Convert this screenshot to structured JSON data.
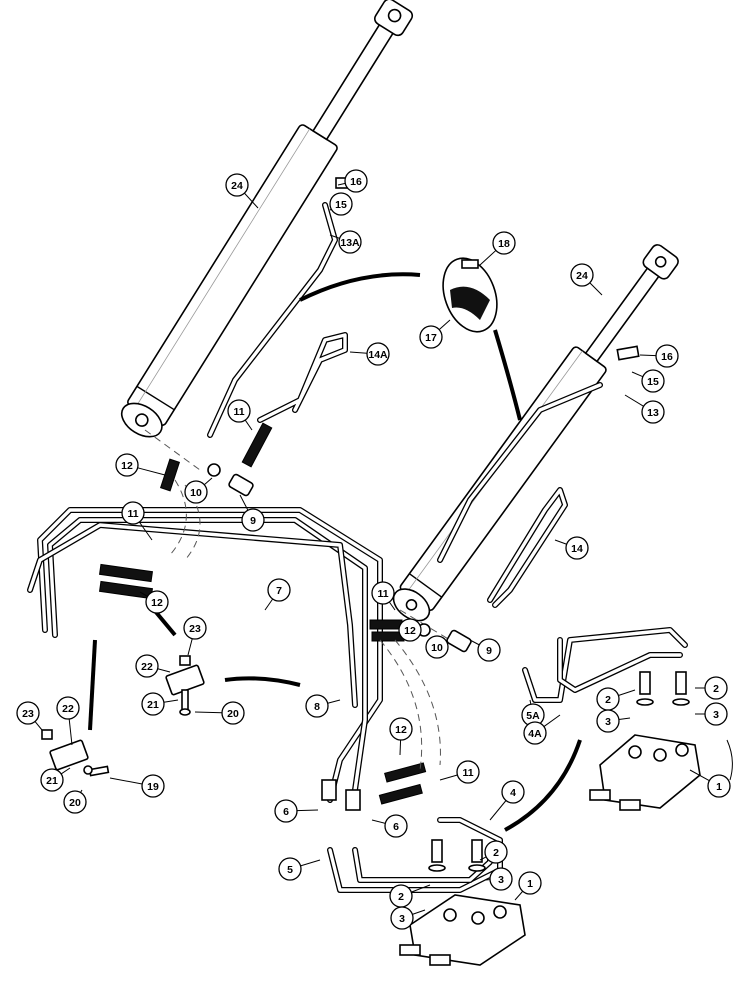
{
  "callouts": [
    {
      "label": "24"
    },
    {
      "label": "16"
    },
    {
      "label": "15"
    },
    {
      "label": "13A"
    },
    {
      "label": "14A"
    },
    {
      "label": "11"
    },
    {
      "label": "12"
    },
    {
      "label": "10"
    },
    {
      "label": "9"
    },
    {
      "label": "18"
    },
    {
      "label": "17"
    },
    {
      "label": "24"
    },
    {
      "label": "16"
    },
    {
      "label": "15"
    },
    {
      "label": "13"
    },
    {
      "label": "14"
    },
    {
      "label": "11"
    },
    {
      "label": "12"
    },
    {
      "label": "7"
    },
    {
      "label": "23"
    },
    {
      "label": "22"
    },
    {
      "label": "21"
    },
    {
      "label": "20"
    },
    {
      "label": "8"
    },
    {
      "label": "23"
    },
    {
      "label": "22"
    },
    {
      "label": "21"
    },
    {
      "label": "20"
    },
    {
      "label": "19"
    },
    {
      "label": "11"
    },
    {
      "label": "12"
    },
    {
      "label": "10"
    },
    {
      "label": "9"
    },
    {
      "label": "5A"
    },
    {
      "label": "4A"
    },
    {
      "label": "2"
    },
    {
      "label": "3"
    },
    {
      "label": "2"
    },
    {
      "label": "3"
    },
    {
      "label": "1"
    },
    {
      "label": "12"
    },
    {
      "label": "11"
    },
    {
      "label": "6"
    },
    {
      "label": "6"
    },
    {
      "label": "4"
    },
    {
      "label": "5"
    },
    {
      "label": "2"
    },
    {
      "label": "2"
    },
    {
      "label": "3"
    },
    {
      "label": "3"
    },
    {
      "label": "1"
    }
  ]
}
